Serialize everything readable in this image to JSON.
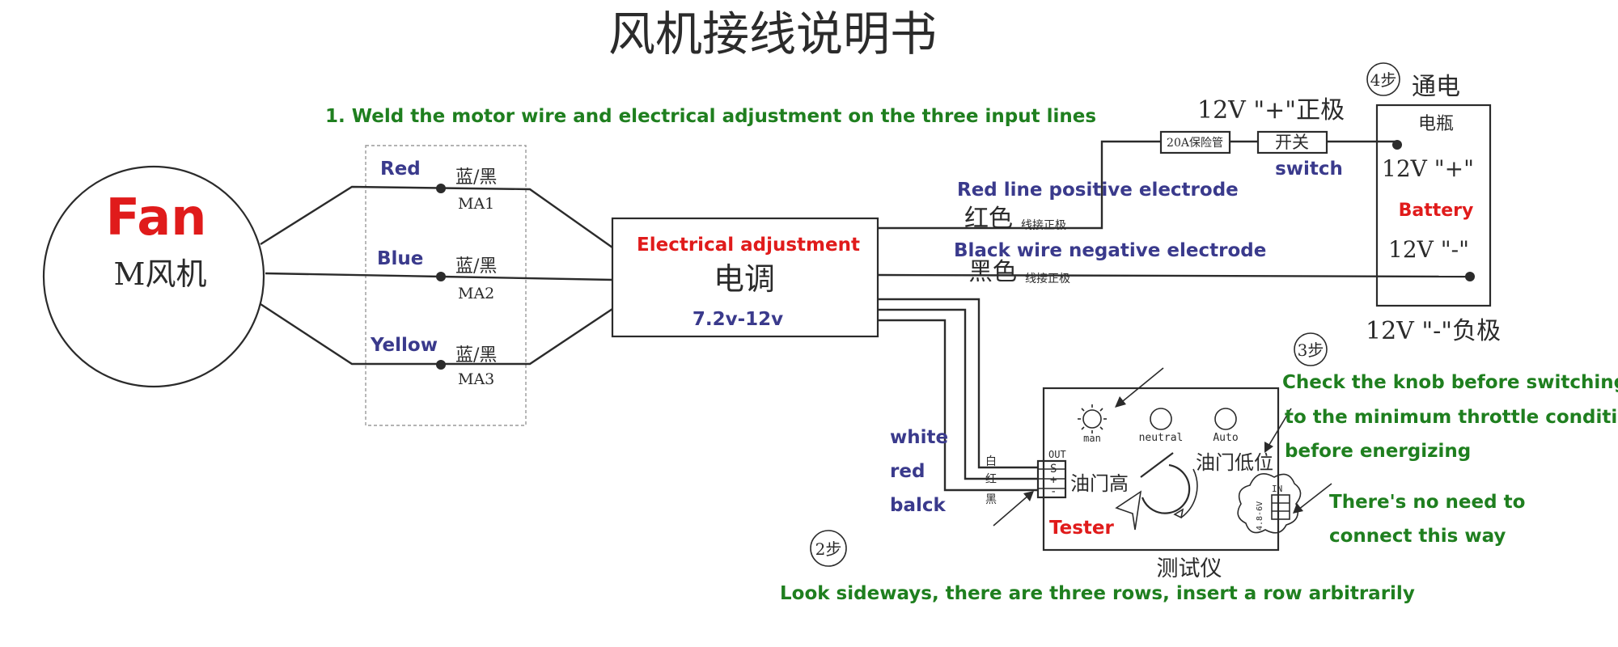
{
  "title": "风机接线说明书",
  "colors": {
    "navy": "#3a3a8c",
    "green": "#1f7f1f",
    "red": "#e01b1b",
    "ink": "#2b2b2b"
  },
  "steps": {
    "step1": "1. Weld the motor wire and electrical adjustment on the three input lines",
    "step2_badge": "2步",
    "step2_text": "Look sideways, there are three rows, insert a row arbitrarily",
    "step3_badge": "3步",
    "step3_lines": [
      "Check the knob before switching on",
      "to the minimum throttle condition",
      "before energizing"
    ],
    "step4_badge": "4步",
    "step4_label": "通电"
  },
  "fan": {
    "en": "Fan",
    "cn": "M风机"
  },
  "motor_wires": [
    {
      "color_label": "Red",
      "cn": "蓝/黑",
      "code": "MA1"
    },
    {
      "color_label": "Blue",
      "cn": "蓝/黑",
      "code": "MA2"
    },
    {
      "color_label": "Yellow",
      "cn": "蓝/黑",
      "code": "MA3"
    }
  ],
  "esc": {
    "en": "Electrical adjustment",
    "cn": "电调",
    "range": "7.2v-12v"
  },
  "power": {
    "red_en": "Red line positive electrode",
    "red_cn_big": "红色",
    "red_cn_small": "线接正极",
    "black_en": "Black wire negative electrode",
    "black_cn_big": "黑色",
    "black_cn_small": "线接正极",
    "fuse": "20A保险管",
    "switch_cn": "开关",
    "switch_en": "switch",
    "pos_pole": "12V \"+\"正极",
    "neg_pole": "12V \"-\"负极"
  },
  "battery": {
    "cn": "电瓶",
    "en": "Battery",
    "plus": "12V \"+\"",
    "minus": "12V \"-\""
  },
  "signal": {
    "wires_en": [
      "white",
      "red",
      "balck"
    ],
    "wires_cn": [
      "白",
      "红",
      "黑"
    ],
    "pins": [
      "OUT",
      "S",
      "+",
      "-"
    ]
  },
  "tester": {
    "en": "Tester",
    "cn": "测试仪",
    "labels": [
      "man",
      "neutral",
      "Auto"
    ],
    "throttle_high": "油门高",
    "throttle_low": "油门低位",
    "in_label": "IN",
    "voltage": "4.8-6V"
  },
  "note": [
    "There's no need to",
    "connect this way"
  ]
}
